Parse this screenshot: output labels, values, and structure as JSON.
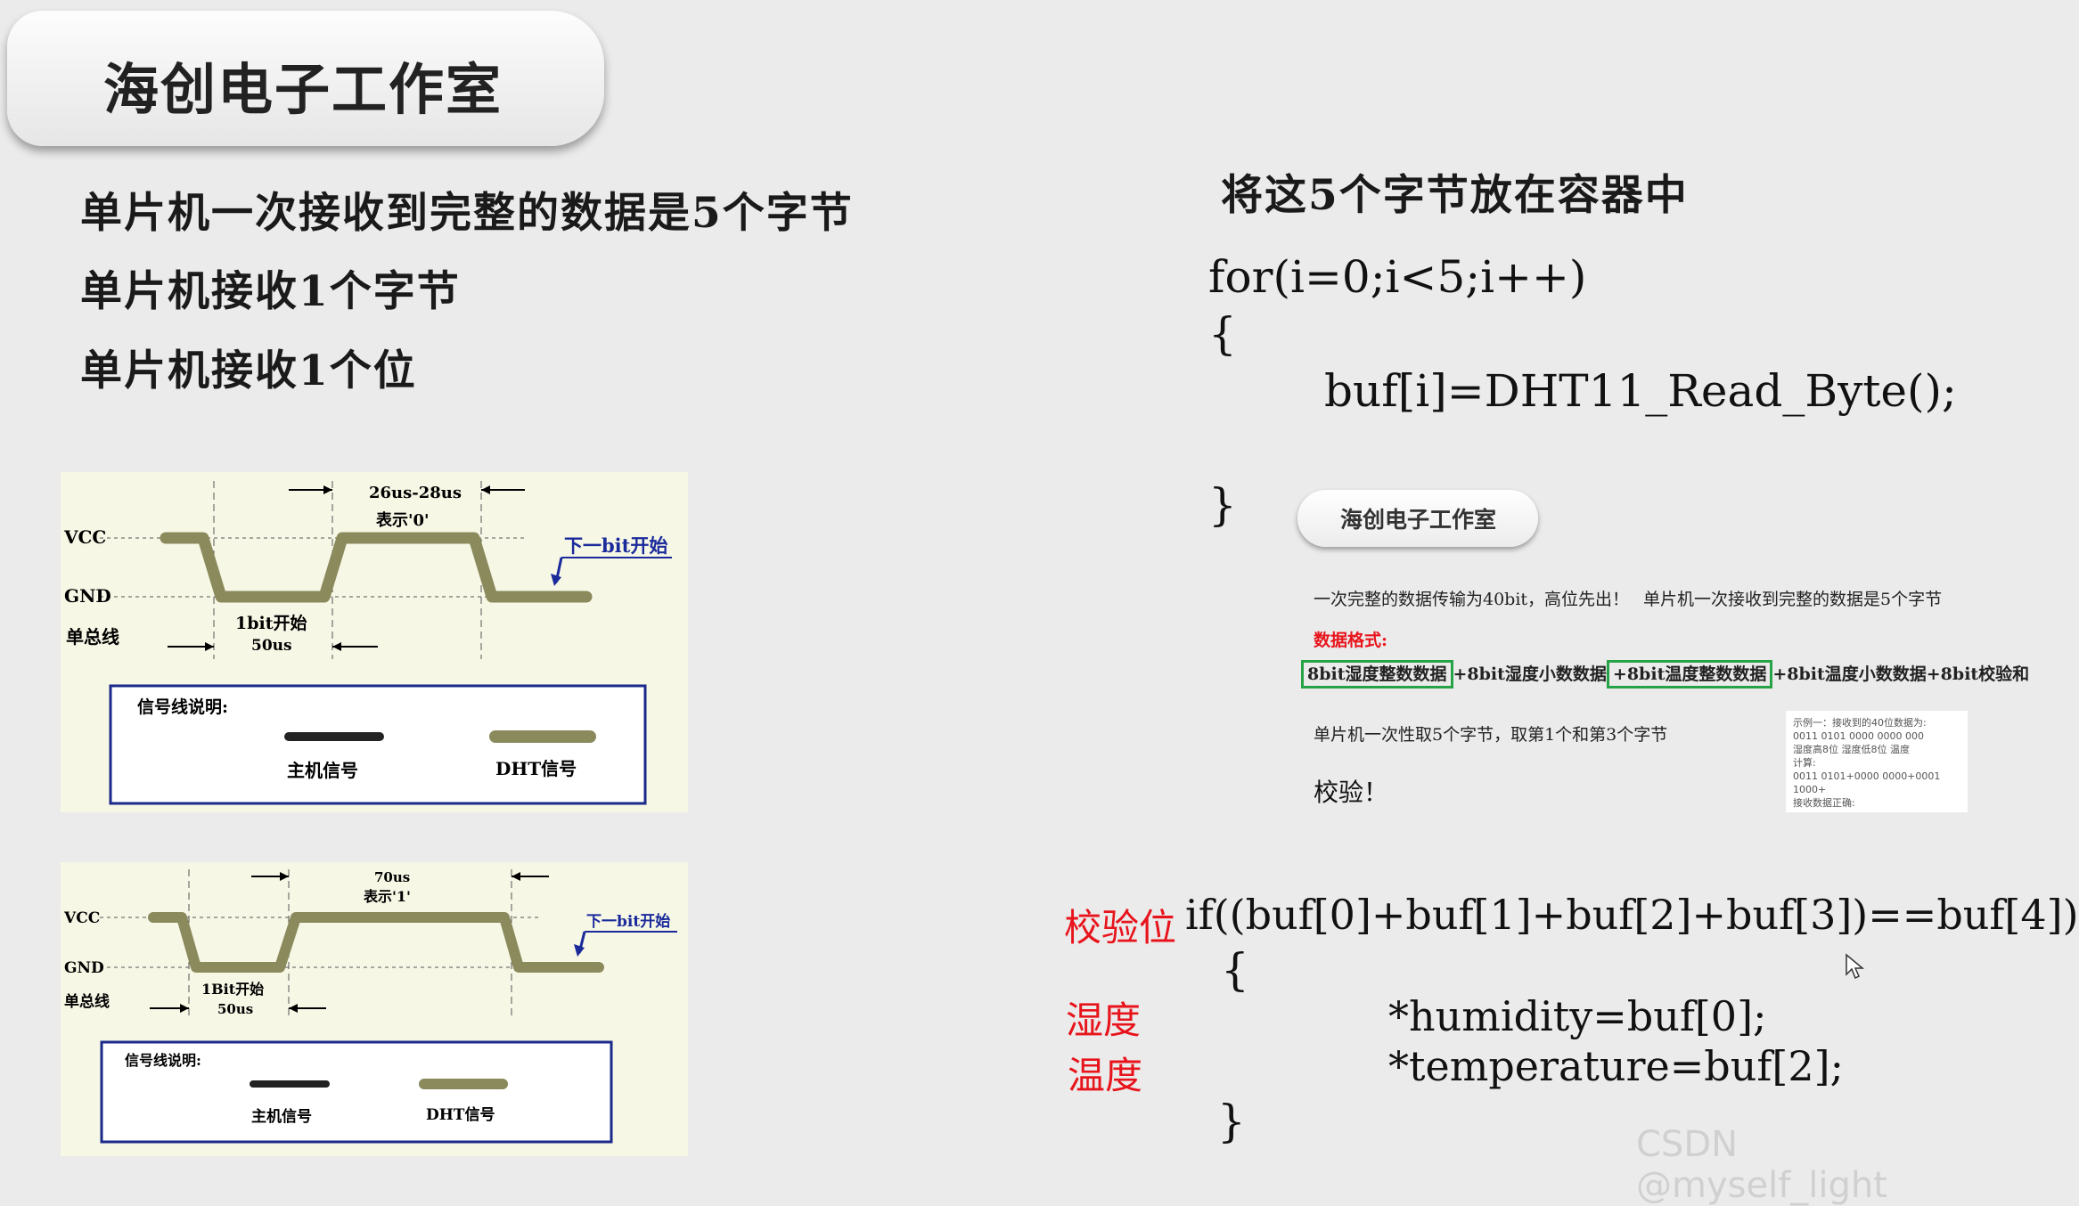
{
  "header": {
    "title": "海创电子工作室"
  },
  "left": {
    "lines": [
      "单片机一次接收到完整的数据是5个字节",
      "单片机接收1个字节",
      "单片机接收1个位"
    ]
  },
  "diagram0": {
    "vcc": "VCC",
    "gnd": "GND",
    "bus": "单总线",
    "timing": "26us-28us",
    "meaning": "表示'0'",
    "next": "下一bit开始",
    "start": "1bit开始",
    "start_time": "50us",
    "legend_title": "信号线说明:",
    "legend_host": "主机信号",
    "legend_dht": "DHT信号"
  },
  "diagram1": {
    "vcc": "VCC",
    "gnd": "GND",
    "bus": "单总线",
    "timing": "70us",
    "meaning": "表示'1'",
    "next": "下一bit开始",
    "start": "1Bit开始",
    "start_time": "50us",
    "legend_title": "信号线说明:",
    "legend_host": "主机信号",
    "legend_dht": "DHT信号"
  },
  "right": {
    "heading": "将这5个字节放在容器中",
    "code": [
      "for(i=0;i<5;i++)",
      "{",
      "buf[i]=DHT11_Read_Byte();",
      "}"
    ]
  },
  "slide": {
    "badge": "海创电子工作室",
    "line1": "一次完整的数据传输为40bit，高位先出！",
    "line1b": "单片机一次接收到完整的数据是5个字节",
    "format_label": "数据格式:",
    "f1": "8bit湿度整数数据",
    "f2": "+8bit湿度小数数据",
    "f3": "+8bit温度整数数据",
    "f4": "+8bit温度小数数据+8bit校验和",
    "line3": "单片机一次性取5个字节，取第1个和第3个字节",
    "check": "校验！",
    "inset": [
      "示例一：接收到的40位数据为:",
      "0011 0101    0000 0000    000",
      "湿度高8位    湿度低8位    温度",
      "计算:",
      "0011 0101+0000 0000+0001 1000+",
      "接收数据正确:"
    ]
  },
  "bottom": {
    "label_check": "校验位",
    "if_line": "if((buf[0]+buf[1]+buf[2]+buf[3])==buf[4])",
    "open": "{",
    "label_hum": "湿度",
    "hum_line": "*humidity=buf[0];",
    "label_temp": "温度",
    "temp_line": "*temperature=buf[2];",
    "close": "}"
  },
  "watermark": "CSDN @myself_light"
}
